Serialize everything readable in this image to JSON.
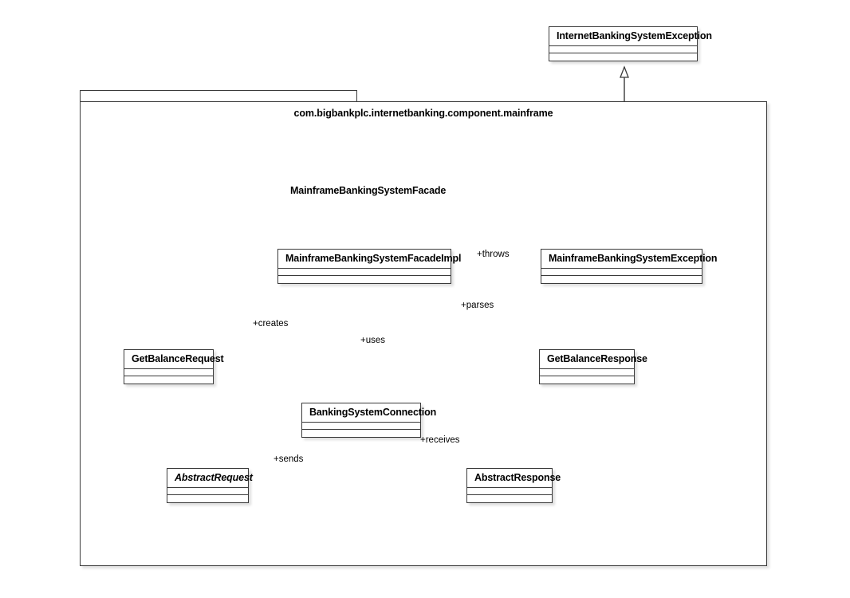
{
  "diagram": {
    "type": "uml-class-diagram",
    "background": "#ffffff",
    "line_color": "#3a3a3a"
  },
  "package": {
    "name": "com.bigbankplc.internetbanking.component.mainframe"
  },
  "interface_lollipop": {
    "label": "MainframeBankingSystemFacade",
    "icon": "circle-lollipop-icon"
  },
  "classes": [
    {
      "id": "internet-exception",
      "name": "InternetBankingSystemException",
      "abstract": false,
      "outside_package": true
    },
    {
      "id": "facade-impl",
      "name": "MainframeBankingSystemFacadeImpl",
      "abstract": false,
      "outside_package": false
    },
    {
      "id": "mainframe-exception",
      "name": "MainframeBankingSystemException",
      "abstract": false,
      "outside_package": false
    },
    {
      "id": "get-balance-request",
      "name": "GetBalanceRequest",
      "abstract": false,
      "outside_package": false
    },
    {
      "id": "get-balance-response",
      "name": "GetBalanceResponse",
      "abstract": false,
      "outside_package": false
    },
    {
      "id": "banking-system-connection",
      "name": "BankingSystemConnection",
      "abstract": false,
      "outside_package": false
    },
    {
      "id": "abstract-request",
      "name": "AbstractRequest",
      "abstract": true,
      "outside_package": false
    },
    {
      "id": "abstract-response",
      "name": "AbstractResponse",
      "abstract": false,
      "outside_package": false
    }
  ],
  "relationships": [
    {
      "from": "mainframe-exception",
      "to": "internet-exception",
      "kind": "generalization",
      "label": ""
    },
    {
      "from": "facade-impl",
      "to": "mainframe-exception",
      "kind": "dependency",
      "label": "+throws"
    },
    {
      "from": "facade-impl",
      "to": "get-balance-request",
      "kind": "dependency",
      "label": "+creates"
    },
    {
      "from": "facade-impl",
      "to": "banking-system-connection",
      "kind": "dependency",
      "label": "+uses"
    },
    {
      "from": "facade-impl",
      "to": "get-balance-response",
      "kind": "dependency",
      "label": "+parses"
    },
    {
      "from": "banking-system-connection",
      "to": "abstract-request",
      "kind": "dependency",
      "label": "+sends"
    },
    {
      "from": "banking-system-connection",
      "to": "abstract-response",
      "kind": "dependency",
      "label": "+receives"
    },
    {
      "from": "get-balance-request",
      "to": "abstract-request",
      "kind": "generalization",
      "label": ""
    },
    {
      "from": "get-balance-response",
      "to": "abstract-response",
      "kind": "generalization",
      "label": ""
    },
    {
      "from": "facade-impl",
      "to": "interface-lollipop",
      "kind": "realization-lollipop",
      "label": ""
    }
  ],
  "edge_labels": {
    "throws": "+throws",
    "creates": "+creates",
    "uses": "+uses",
    "parses": "+parses",
    "sends": "+sends",
    "receives": "+receives"
  }
}
